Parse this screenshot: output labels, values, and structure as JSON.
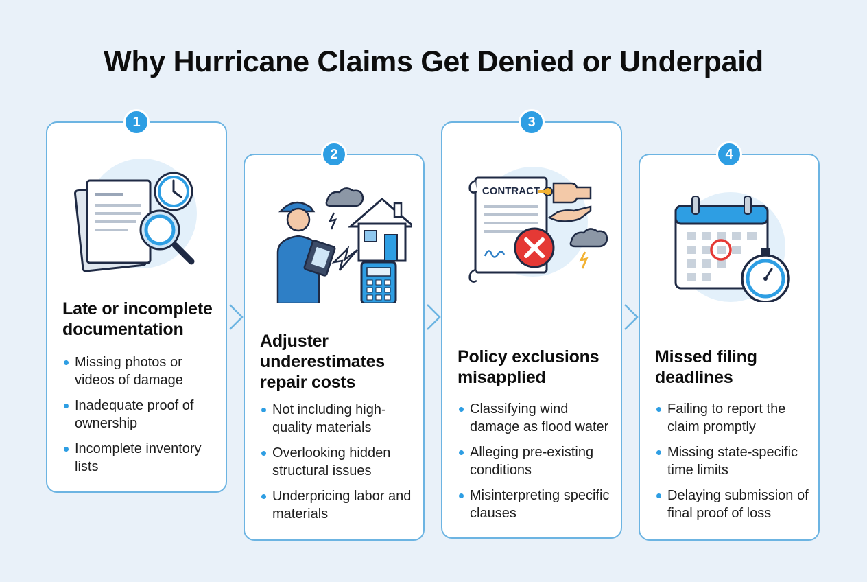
{
  "title": "Why Hurricane Claims Get Denied or Underpaid",
  "colors": {
    "accent": "#2e9ee3",
    "card_border": "#6cb4e2",
    "background": "#e9f1f9",
    "alert": "#e53935"
  },
  "cards": [
    {
      "number": "1",
      "heading": "Late or incomplete documentation",
      "icons": [
        "documents-icon",
        "clock-icon",
        "magnifier-icon"
      ],
      "bullets": [
        "Missing photos or videos of damage",
        "Inadequate proof of ownership",
        "Incomplete inventory lists"
      ]
    },
    {
      "number": "2",
      "heading": "Adjuster underestimates repair costs",
      "icons": [
        "adjuster-icon",
        "storm-cloud-icon",
        "house-icon",
        "calculator-icon"
      ],
      "bullets": [
        "Not including high-quality materials",
        "Overlooking hidden structural issues",
        "Underpricing labor and materials"
      ]
    },
    {
      "number": "3",
      "heading": "Policy exclusions misapplied",
      "contract_label": "CONTRACT",
      "icons": [
        "contract-icon",
        "hands-key-icon",
        "denied-x-icon",
        "storm-cloud-icon"
      ],
      "bullets": [
        "Classifying wind damage as flood water",
        "Alleging pre-existing conditions",
        "Misinterpreting specific clauses"
      ]
    },
    {
      "number": "4",
      "heading": "Missed filing deadlines",
      "icons": [
        "calendar-icon",
        "stopwatch-icon"
      ],
      "bullets": [
        "Failing to report the claim promptly",
        "Missing state-specific time limits",
        "Delaying submission of final proof of loss"
      ]
    }
  ]
}
